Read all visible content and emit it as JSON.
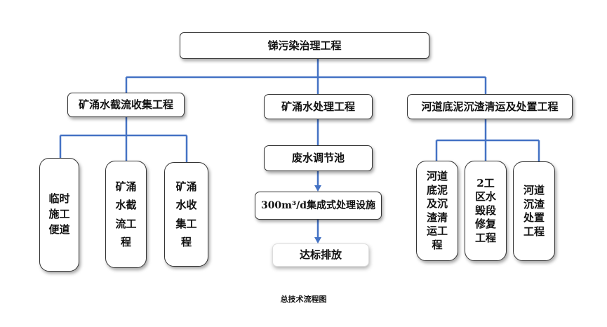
{
  "diagram": {
    "root": "锑污染治理工程",
    "branches": [
      {
        "label": "矿涌水截流收集工程",
        "children": [
          "临时施工便道",
          "矿涌水截流工程",
          "矿涌水收集工程"
        ]
      },
      {
        "label": "矿涌水处理工程",
        "children": [
          "废水调节池",
          "300m³/d集成式处理设施",
          "达标排放"
        ]
      },
      {
        "label": "河道底泥沉渣清运及处置工程",
        "children": [
          "河道底泥及沉渣清运工程",
          "2工区水毁段修复工程",
          "河道沉渣处置工程"
        ]
      }
    ],
    "caption": "总技术流程图",
    "line_color": "#4472c4"
  }
}
